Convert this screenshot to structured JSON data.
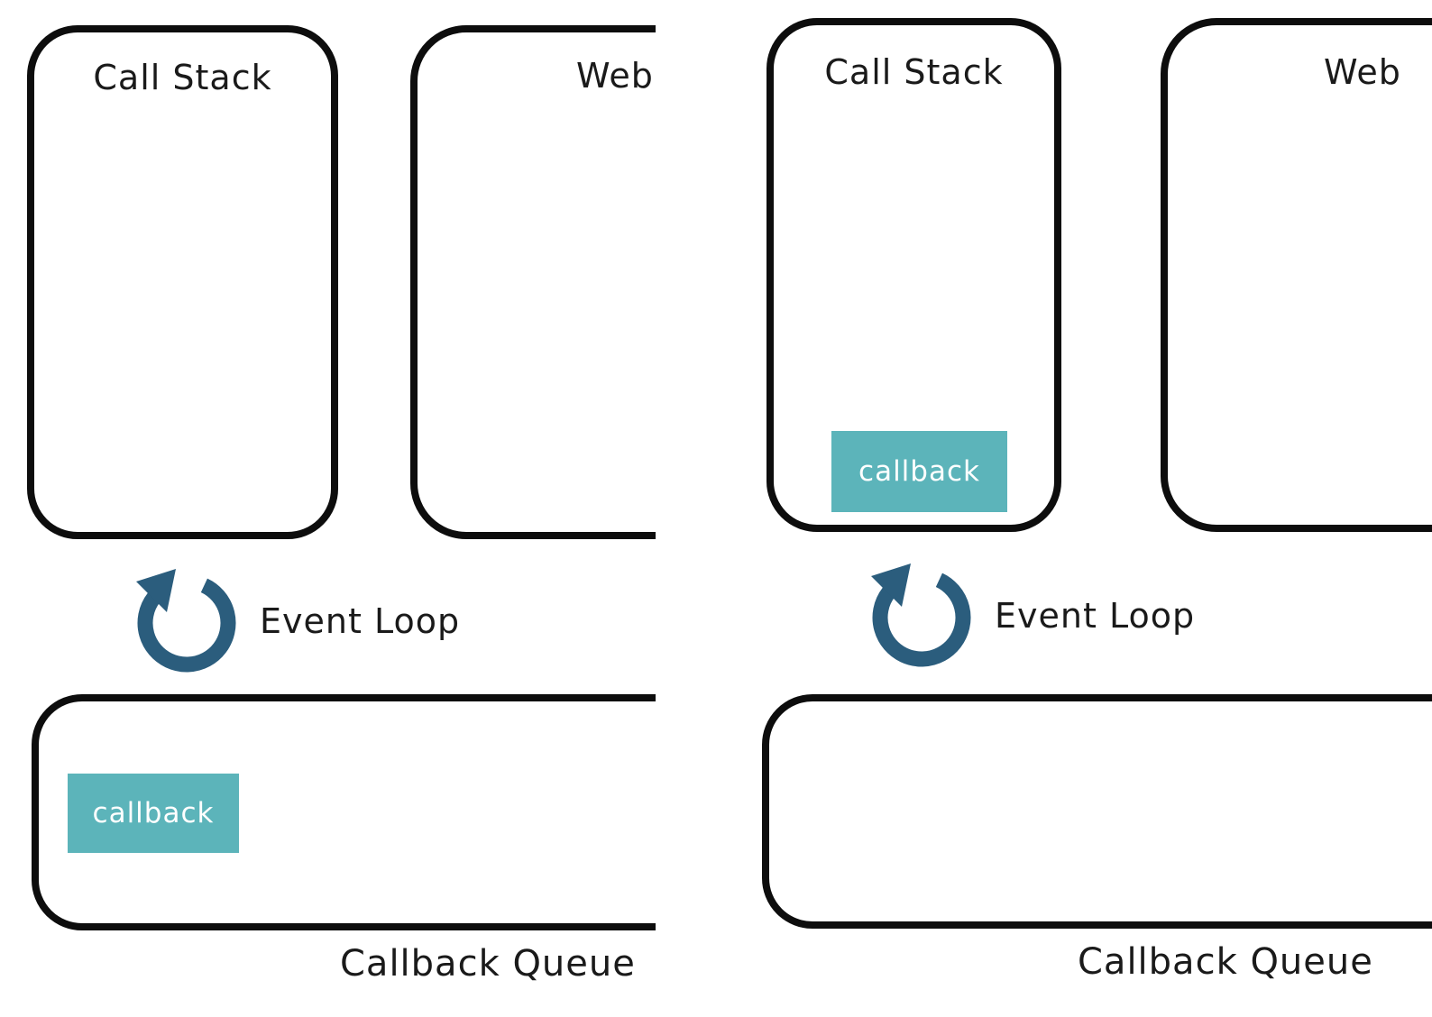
{
  "colors": {
    "ink": "#0d0d0d",
    "teal": "#5cb4ba",
    "loop_blue": "#2b5d7d"
  },
  "icons": {
    "event_loop": "circular-arrow-icon"
  },
  "panels": [
    {
      "call_stack_label": "Call Stack",
      "web_label": "Web",
      "event_loop_label": "Event Loop",
      "callback_queue_label": "Callback Queue",
      "callback_chip_label": "callback",
      "callback_chip_location": "callback-queue"
    },
    {
      "call_stack_label": "Call Stack",
      "web_label": "Web",
      "event_loop_label": "Event Loop",
      "callback_queue_label": "Callback Queue",
      "callback_chip_label": "callback",
      "callback_chip_location": "call-stack"
    }
  ]
}
